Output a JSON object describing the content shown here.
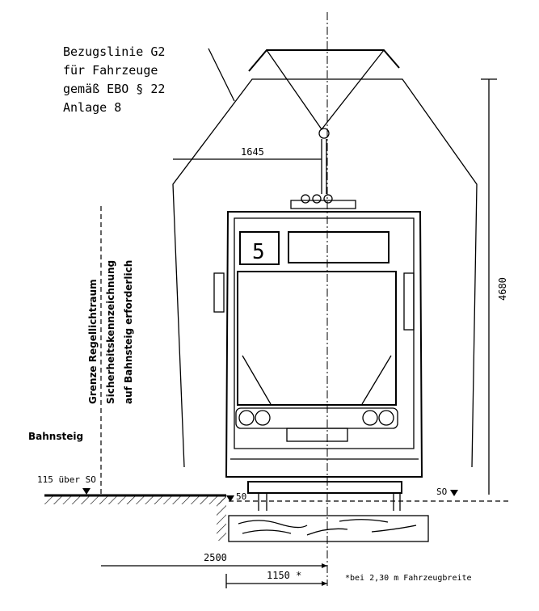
{
  "title_note": {
    "line1": "Bezugslinie G2",
    "line2": "für Fahrzeuge",
    "line3": "gemäß EBO § 22",
    "line4": "Anlage 8"
  },
  "dimensions": {
    "half_width_g2": "1645",
    "height": "4680",
    "platform_to_center": "2500",
    "edge_to_center": "1150 *",
    "platform_height": "115 über SO",
    "rail_left": "50",
    "rail_right": "SO"
  },
  "vehicle": {
    "route_number": "5"
  },
  "labels": {
    "clearance_line1": "Grenze Regellichtraum",
    "clearance_line2": "Sicherheitskennzeichnung",
    "clearance_line3": "auf Bahnsteig erforderlich",
    "platform": "Bahnsteig",
    "footnote": "*bei 2,30 m Fahrzeugbreite"
  }
}
